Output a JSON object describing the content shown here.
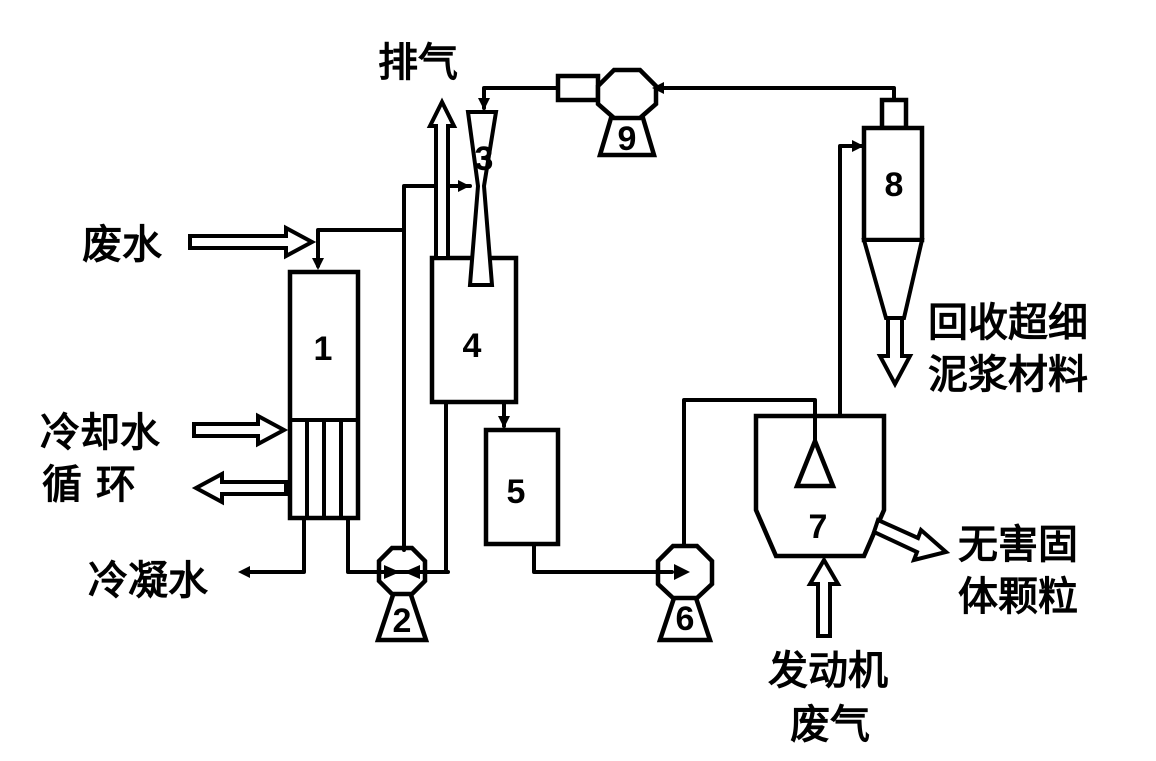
{
  "labels": {
    "exhaust": "排气",
    "wastewater": "废水",
    "cooling_line1": "冷却水",
    "cooling_line2": "循 环",
    "condensate": "冷凝水",
    "recover_line1": "回收超细",
    "recover_line2": "泥浆材料",
    "harmless_line1": "无害固",
    "harmless_line2": "体颗粒",
    "engine_line1": "发动机",
    "engine_line2": "废气"
  },
  "units": [
    "1",
    "2",
    "3",
    "4",
    "5",
    "6",
    "7",
    "8",
    "9"
  ]
}
